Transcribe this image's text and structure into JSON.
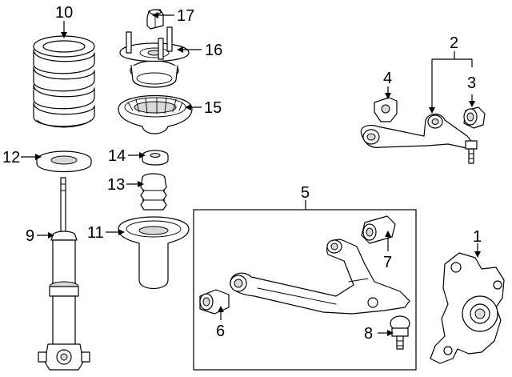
{
  "diagram": {
    "callouts": [
      {
        "id": "c1",
        "number": "1",
        "part": "steering-knuckle"
      },
      {
        "id": "c2",
        "number": "2",
        "part": "upper-control-arm"
      },
      {
        "id": "c3",
        "number": "3",
        "part": "upper-arm-bushing"
      },
      {
        "id": "c4",
        "number": "4",
        "part": "upper-arm-bracket"
      },
      {
        "id": "c5",
        "number": "5",
        "part": "lower-control-arm-assembly"
      },
      {
        "id": "c6",
        "number": "6",
        "part": "lower-arm-front-bushing"
      },
      {
        "id": "c7",
        "number": "7",
        "part": "lower-arm-rear-bushing"
      },
      {
        "id": "c8",
        "number": "8",
        "part": "lower-ball-joint"
      },
      {
        "id": "c9",
        "number": "9",
        "part": "strut-shock-absorber"
      },
      {
        "id": "c10",
        "number": "10",
        "part": "coil-spring"
      },
      {
        "id": "c11",
        "number": "11",
        "part": "dust-boot"
      },
      {
        "id": "c12",
        "number": "12",
        "part": "lower-spring-insulator"
      },
      {
        "id": "c13",
        "number": "13",
        "part": "bump-stop"
      },
      {
        "id": "c14",
        "number": "14",
        "part": "spacer"
      },
      {
        "id": "c15",
        "number": "15",
        "part": "spring-seat"
      },
      {
        "id": "c16",
        "number": "16",
        "part": "strut-mount"
      },
      {
        "id": "c17",
        "number": "17",
        "part": "mount-nut"
      }
    ]
  }
}
